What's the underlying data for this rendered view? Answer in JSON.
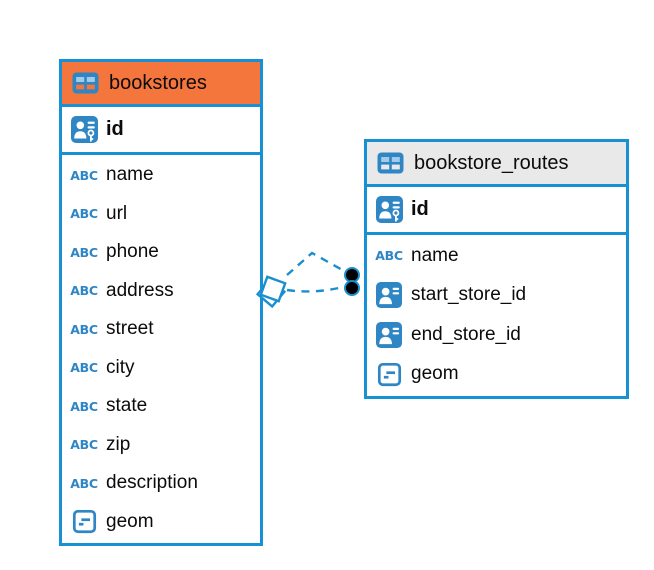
{
  "diagram": {
    "background": "#ffffff",
    "accent_blue": "#1791d3",
    "icon_blue": "#2f86c4",
    "connector_color": "#1a8fd0",
    "connector_dot_color": "#000000"
  },
  "icons": {
    "text_type_glyph": "ABC"
  },
  "tables": [
    {
      "name": "bookstores",
      "header_color": "#f5763c",
      "icon": "table-icon",
      "primary_key": {
        "name": "id",
        "icon": "primary-key-icon"
      },
      "columns": [
        {
          "name": "name",
          "icon": "text-type-icon"
        },
        {
          "name": "url",
          "icon": "text-type-icon"
        },
        {
          "name": "phone",
          "icon": "text-type-icon"
        },
        {
          "name": "address",
          "icon": "text-type-icon"
        },
        {
          "name": "street",
          "icon": "text-type-icon"
        },
        {
          "name": "city",
          "icon": "text-type-icon"
        },
        {
          "name": "state",
          "icon": "text-type-icon"
        },
        {
          "name": "zip",
          "icon": "text-type-icon"
        },
        {
          "name": "description",
          "icon": "text-type-icon"
        },
        {
          "name": "geom",
          "icon": "geometry-type-icon"
        }
      ]
    },
    {
      "name": "bookstore_routes",
      "header_color": "#e9e9e9",
      "icon": "table-icon",
      "primary_key": {
        "name": "id",
        "icon": "primary-key-icon"
      },
      "columns": [
        {
          "name": "name",
          "icon": "text-type-icon"
        },
        {
          "name": "start_store_id",
          "icon": "foreign-key-icon"
        },
        {
          "name": "end_store_id",
          "icon": "foreign-key-icon"
        },
        {
          "name": "geom",
          "icon": "geometry-type-icon"
        }
      ]
    }
  ],
  "relationships": [
    {
      "from_table": "bookstore_routes",
      "from_column": "start_store_id",
      "to_table": "bookstores",
      "to_column": "id",
      "line_style": "dashed",
      "source_marker": "diamond",
      "target_marker": "dot"
    },
    {
      "from_table": "bookstore_routes",
      "from_column": "end_store_id",
      "to_table": "bookstores",
      "to_column": "id",
      "line_style": "dashed",
      "source_marker": "diamond",
      "target_marker": "dot"
    }
  ]
}
